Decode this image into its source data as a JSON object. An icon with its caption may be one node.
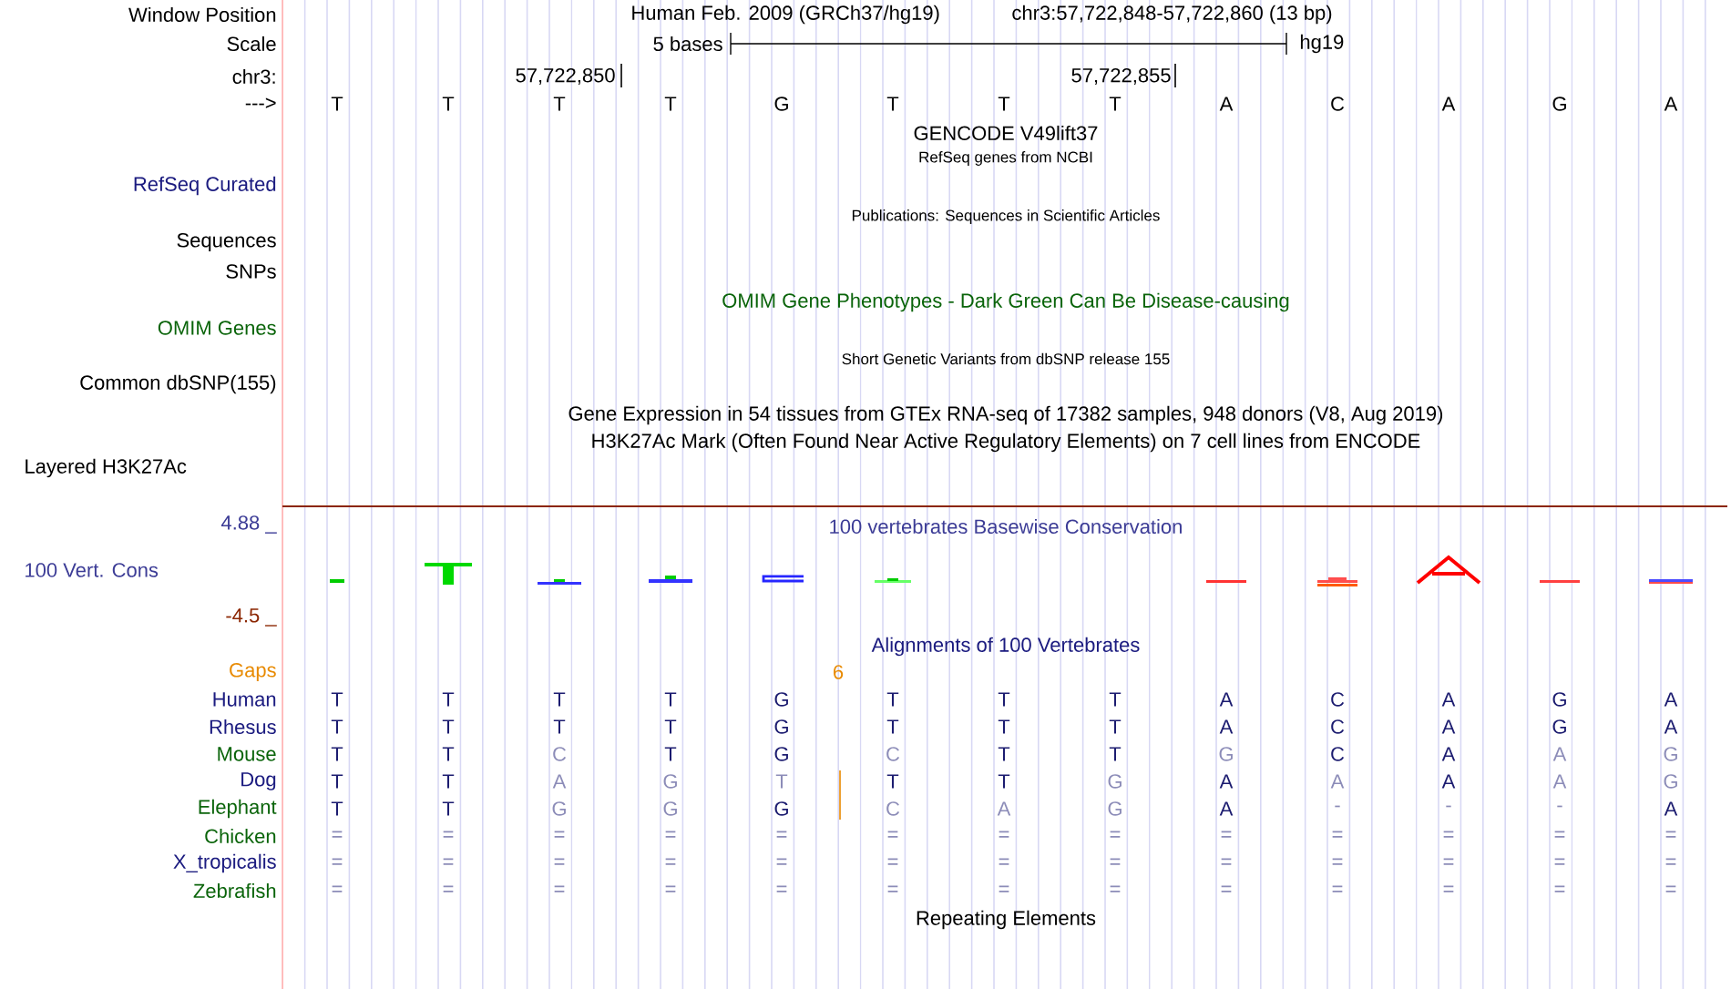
{
  "diagram": {
    "labels": [
      "Window Position",
      "Human Feb. 2009 (GRCh37/hg19)",
      "chr3:57,722,848-57,722,860 (13 bp)",
      "Scale",
      "5 bases",
      "hg19",
      "chr3:",
      "57,722,850",
      "57,722,855",
      "--->",
      "T",
      "T",
      "T",
      "T",
      "G",
      "T",
      "T",
      "T",
      "A",
      "C",
      "A",
      "G",
      "A",
      "GENCODE V49lift37",
      "RefSeq genes from NCBI",
      "RefSeq Curated",
      "Publications: Sequences in Scientific Articles",
      "Sequences",
      "SNPs",
      "OMIM Gene Phenotypes - Dark Green Can Be Disease-causing",
      "OMIM Genes",
      "Short Genetic Variants from dbSNP release 155",
      "Common dbSNP(155)",
      "Gene Expression in 54 tissues from GTEx RNA-seq of 17382 samples, 948 donors (V8, Aug 2019)",
      "H3K27Ac Mark (Often Found Near Active Regulatory Elements) on 7 cell lines from ENCODE",
      "Layered H3K27Ac",
      "4.88 _",
      "100 vertebrates Basewise Conservation",
      "100 Vert. Cons",
      "-4.5 _",
      "Alignments of 100 Vertebrates",
      "Gaps",
      "6",
      "Human",
      "T",
      "T",
      "T",
      "T",
      "G",
      "T",
      "T",
      "T",
      "A",
      "C",
      "A",
      "G",
      "A",
      "Rhesus",
      "T",
      "T",
      "T",
      "T",
      "G",
      "T",
      "T",
      "T",
      "A",
      "C",
      "A",
      "G",
      "A",
      "Mouse",
      "T",
      "T",
      "C",
      "T",
      "G",
      "C",
      "T",
      "T",
      "G",
      "C",
      "A",
      "A",
      "G",
      "Dog",
      "T",
      "T",
      "A",
      "G",
      "T",
      "T",
      "T",
      "G",
      "A",
      "A",
      "A",
      "A",
      "G",
      "Elephant",
      "T",
      "T",
      "G",
      "G",
      "G",
      "C",
      "A",
      "G",
      "A",
      "-",
      "-",
      "-",
      "A",
      "Chicken",
      "=",
      "=",
      "=",
      "=",
      "=",
      "=",
      "=",
      "=",
      "=",
      "=",
      "=",
      "=",
      "=",
      "X_tropicalis",
      "=",
      "=",
      "=",
      "=",
      "=",
      "=",
      "=",
      "=",
      "=",
      "=",
      "=",
      "=",
      "=",
      "Zebrafish",
      "=",
      "=",
      "=",
      "=",
      "=",
      "=",
      "=",
      "=",
      "=",
      "=",
      "=",
      "=",
      "=",
      "Repeating Elements"
    ]
  }
}
